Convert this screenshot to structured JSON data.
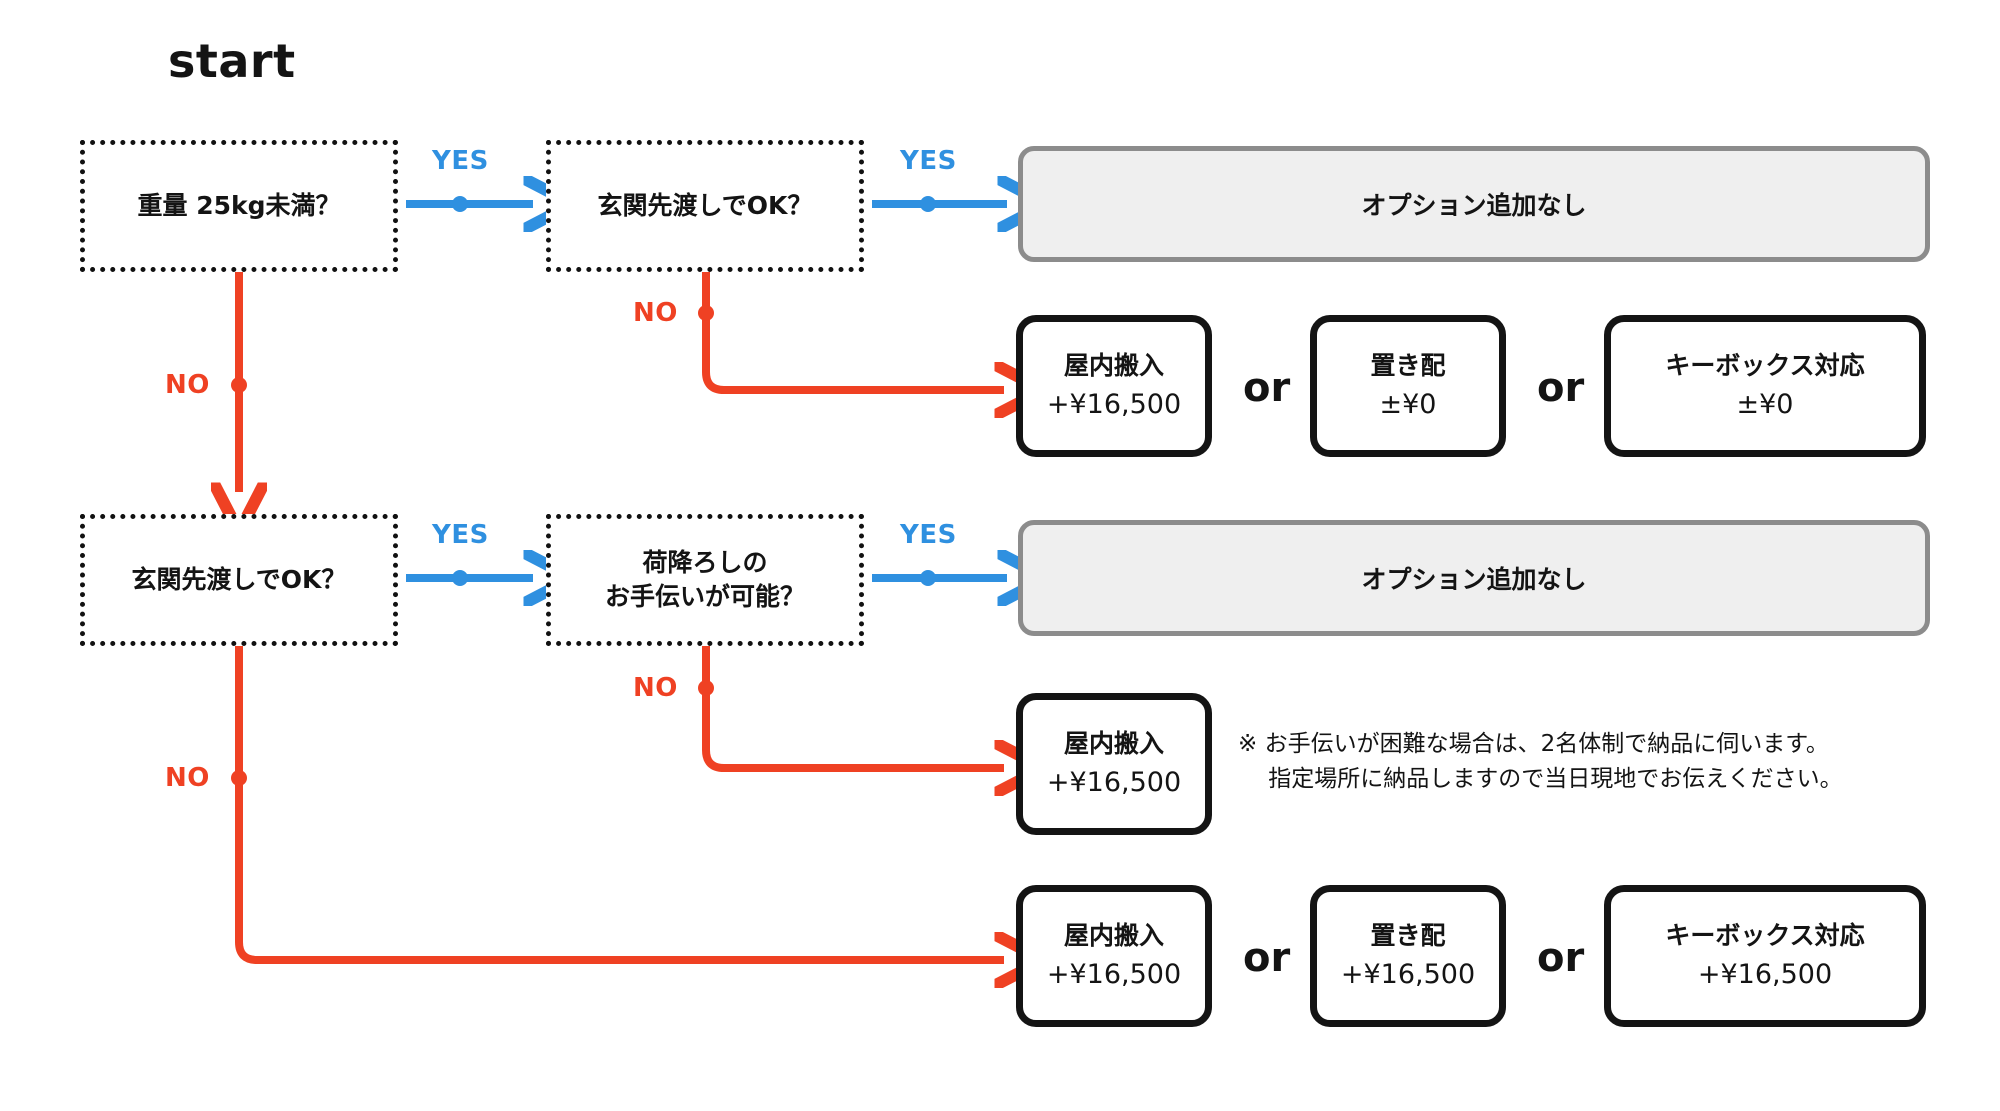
{
  "title": {
    "start_label": "start"
  },
  "colors": {
    "yes_blue": "#2f90e0",
    "no_red": "#ef4123",
    "decision_border": "#111111",
    "result_border": "#8c8c8c",
    "result_fill": "#efefef",
    "option_border": "#141414",
    "text": "#141414"
  },
  "edge_labels": {
    "yes": "YES",
    "no": "NO",
    "or": "or"
  },
  "decisions": [
    {
      "id": "weight",
      "line1": "重量 25kg未満？",
      "line2": ""
    },
    {
      "id": "entrance-1",
      "line1": "玄関先渡しでOK？",
      "line2": ""
    },
    {
      "id": "entrance-2",
      "line1": "玄関先渡しでOK？",
      "line2": ""
    },
    {
      "id": "unload-help",
      "line1": "荷降ろしの",
      "line2": "お手伝いが可能？"
    }
  ],
  "results": [
    {
      "id": "no-option-1",
      "label": "オプション追加なし"
    },
    {
      "id": "no-option-2",
      "label": "オプション追加なし"
    }
  ],
  "option_rows": [
    {
      "id": "row-light-no-entrance",
      "options": [
        {
          "name": "屋内搬入",
          "price": "+¥16,500"
        },
        {
          "name": "置き配",
          "price": "±¥0"
        },
        {
          "name": "キーボックス対応",
          "price": "±¥0"
        }
      ]
    },
    {
      "id": "row-heavy-no-help",
      "options": [
        {
          "name": "屋内搬入",
          "price": "+¥16,500"
        }
      ]
    },
    {
      "id": "row-heavy-no-entrance",
      "options": [
        {
          "name": "屋内搬入",
          "price": "+¥16,500"
        },
        {
          "name": "置き配",
          "price": "+¥16,500"
        },
        {
          "name": "キーボックス対応",
          "price": "+¥16,500"
        }
      ]
    }
  ],
  "note": {
    "text": "※ お手伝いが困難な場合は、2名体制で納品に伺います。\n　 指定場所に納品しますので当日現地でお伝えください。"
  },
  "chart_data": {
    "type": "diagram",
    "title": "配送オプション判定フローチャート",
    "nodes": [
      {
        "id": "start",
        "type": "label",
        "text": "start"
      },
      {
        "id": "weight",
        "type": "decision",
        "text": "重量 25kg未満？"
      },
      {
        "id": "entrance-1",
        "type": "decision",
        "text": "玄関先渡しでOK？"
      },
      {
        "id": "entrance-2",
        "type": "decision",
        "text": "玄関先渡しでOK？"
      },
      {
        "id": "unload-help",
        "type": "decision",
        "text": "荷降ろしの お手伝いが可能？"
      },
      {
        "id": "no-option-1",
        "type": "result",
        "text": "オプション追加なし"
      },
      {
        "id": "no-option-2",
        "type": "result",
        "text": "オプション追加なし"
      },
      {
        "id": "row-light-no-entrance",
        "type": "options",
        "text": "屋内搬入 +¥16,500 or 置き配 ±¥0 or キーボックス対応 ±¥0"
      },
      {
        "id": "row-heavy-no-help",
        "type": "options",
        "text": "屋内搬入 +¥16,500"
      },
      {
        "id": "row-heavy-no-entrance",
        "type": "options",
        "text": "屋内搬入 +¥16,500 or 置き配 +¥16,500 or キーボックス対応 +¥16,500"
      }
    ],
    "edges": [
      {
        "from": "weight",
        "to": "entrance-1",
        "label": "YES"
      },
      {
        "from": "weight",
        "to": "entrance-2",
        "label": "NO"
      },
      {
        "from": "entrance-1",
        "to": "no-option-1",
        "label": "YES"
      },
      {
        "from": "entrance-1",
        "to": "row-light-no-entrance",
        "label": "NO"
      },
      {
        "from": "entrance-2",
        "to": "unload-help",
        "label": "YES"
      },
      {
        "from": "entrance-2",
        "to": "row-heavy-no-entrance",
        "label": "NO"
      },
      {
        "from": "unload-help",
        "to": "no-option-2",
        "label": "YES"
      },
      {
        "from": "unload-help",
        "to": "row-heavy-no-help",
        "label": "NO"
      }
    ]
  }
}
